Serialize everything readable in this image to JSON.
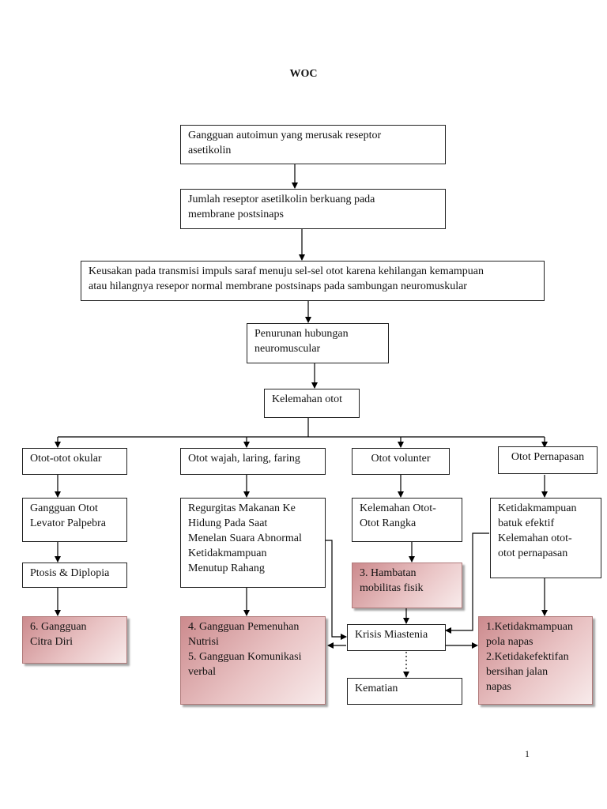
{
  "title": "WOC",
  "page_number": "1",
  "boxes": {
    "autoimun": "Gangguan autoimun yang merusak reseptor\nasetikolin",
    "jumlah_reseptor": "Jumlah reseptor asetilkolin berkuang pada\nmembrane postsinaps",
    "keusakan": "Keusakan pada transmisi impuls saraf menuju sel-sel otot karena kehilangan kemampuan\natau hilangnya resepor normal membrane postsinaps pada sambungan neuromuskular",
    "penurunan": "Penurunan hubungan\nneuromuscular",
    "kelemahan_otot": "Kelemahan otot",
    "otot_okular": "Otot-otot okular",
    "otot_wajah": "Otot wajah, laring, faring",
    "otot_volunter": "Otot volunter",
    "otot_pernapasan": "Otot Pernapasan",
    "gangguan_levator": "Gangguan Otot\nLevator Palpebra",
    "regurgitas": "Regurgitas Makanan Ke\nHidung Pada Saat\nMenelan Suara Abnormal\nKetidakmampuan\nMenutup Rahang",
    "kelemahan_rangka": "Kelemahan Otot-\nOtot Rangka",
    "ketidakmampuan_batuk": "Ketidakmampuan\nbatuk efektif\nKelemahan otot-\notot pernapasan",
    "ptosis": "Ptosis & Diplopia",
    "citra_diri": "6. Gangguan\nCitra Diri",
    "nutrisi": "4. Gangguan Pemenuhan\nNutrisi\n5. Gangguan Komunikasi\nverbal",
    "hambatan_mobilitas": "3. Hambatan\nmobilitas fisik",
    "krisis": "Krisis Miastenia",
    "kematian": "Kematian",
    "pola_napas": "1.Ketidakmampuan\npola napas\n2.Ketidakefektifan\nbersihan jalan\nnapas"
  },
  "colors": {
    "diagnosis_fill_dark": "#cc8a8d",
    "diagnosis_fill_light": "#f8ebeb",
    "line": "#000000"
  }
}
